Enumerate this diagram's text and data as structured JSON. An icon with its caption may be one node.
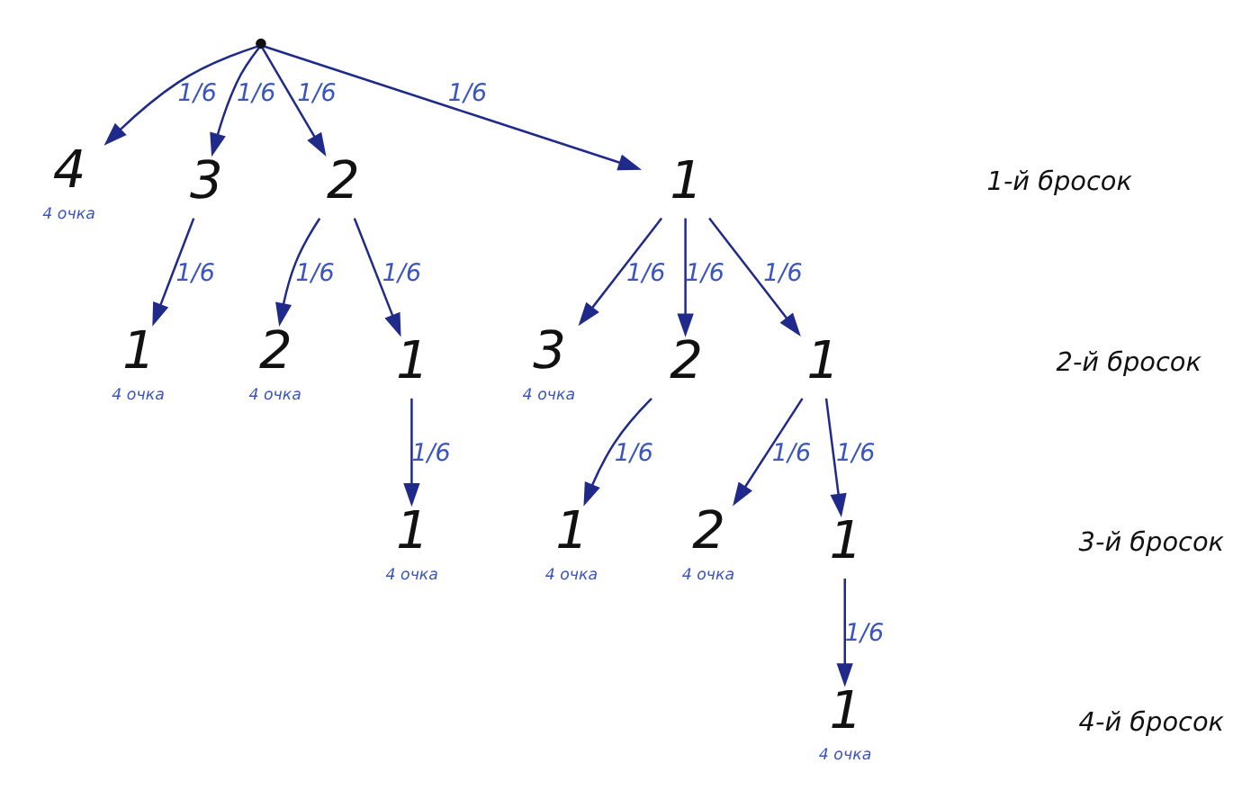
{
  "diagram": {
    "nodes": [
      {
        "text": [],
        "shape": "circle"
      },
      {
        "text": [
          "4"
        ],
        "beside": [
          "4 очка"
        ]
      },
      {
        "text": [
          "3"
        ]
      },
      {
        "text": [
          "2"
        ]
      },
      {
        "text": [
          "1"
        ]
      },
      {
        "text": [
          "1"
        ],
        "beside": [
          "4 очка"
        ]
      },
      {
        "text": [
          "2"
        ],
        "beside": [
          "4 очка"
        ]
      },
      {
        "text": [
          "1"
        ]
      },
      {
        "text": [
          "3"
        ],
        "beside": [
          "4 очка"
        ]
      },
      {
        "text": [
          "2"
        ]
      },
      {
        "text": [
          "1"
        ]
      },
      {
        "text": [
          "1"
        ],
        "beside": [
          "4 очка"
        ]
      },
      {
        "text": [
          "1"
        ],
        "beside": [
          "4 очка"
        ]
      },
      {
        "text": [
          "2"
        ],
        "beside": [
          "4 очка"
        ]
      },
      {
        "text": [
          "1"
        ]
      },
      {
        "text": [
          "1"
        ],
        "beside": [
          "4 очка"
        ]
      }
    ],
    "edges": [
      {
        "from": 0,
        "to": 1,
        "arrow": "to",
        "label": "1/6"
      },
      {
        "from": 0,
        "to": 2,
        "arrow": "to",
        "label": "1/6"
      },
      {
        "from": 0,
        "to": 3,
        "arrow": "to",
        "label": "1/6"
      },
      {
        "from": 0,
        "to": 4,
        "arrow": "to",
        "label": "1/6"
      },
      {
        "from": 2,
        "to": 5,
        "arrow": "to",
        "label": "1/6"
      },
      {
        "from": 3,
        "to": 6,
        "arrow": "to",
        "label": "1/6"
      },
      {
        "from": 3,
        "to": 7,
        "arrow": "to",
        "label": "1/6"
      },
      {
        "from": 4,
        "to": 8,
        "arrow": "to",
        "label": "1/6"
      },
      {
        "from": 4,
        "to": 9,
        "arrow": "to",
        "label": "1/6"
      },
      {
        "from": 4,
        "to": 10,
        "arrow": "to",
        "label": "1/6"
      },
      {
        "from": 7,
        "to": 11,
        "arrow": "to",
        "label": "1/6"
      },
      {
        "from": 9,
        "to": 12,
        "arrow": "to",
        "label": "1/6"
      },
      {
        "from": 10,
        "to": 13,
        "arrow": "to",
        "label": "1/6"
      },
      {
        "from": 10,
        "to": 14,
        "arrow": "to",
        "label": "1/6"
      },
      {
        "from": 14,
        "to": 15,
        "arrow": "to",
        "label": "1/6"
      }
    ],
    "labels": [
      "1-й бросок",
      "2-й бросок",
      "3-й бросок",
      "4-й бросок"
    ]
  }
}
